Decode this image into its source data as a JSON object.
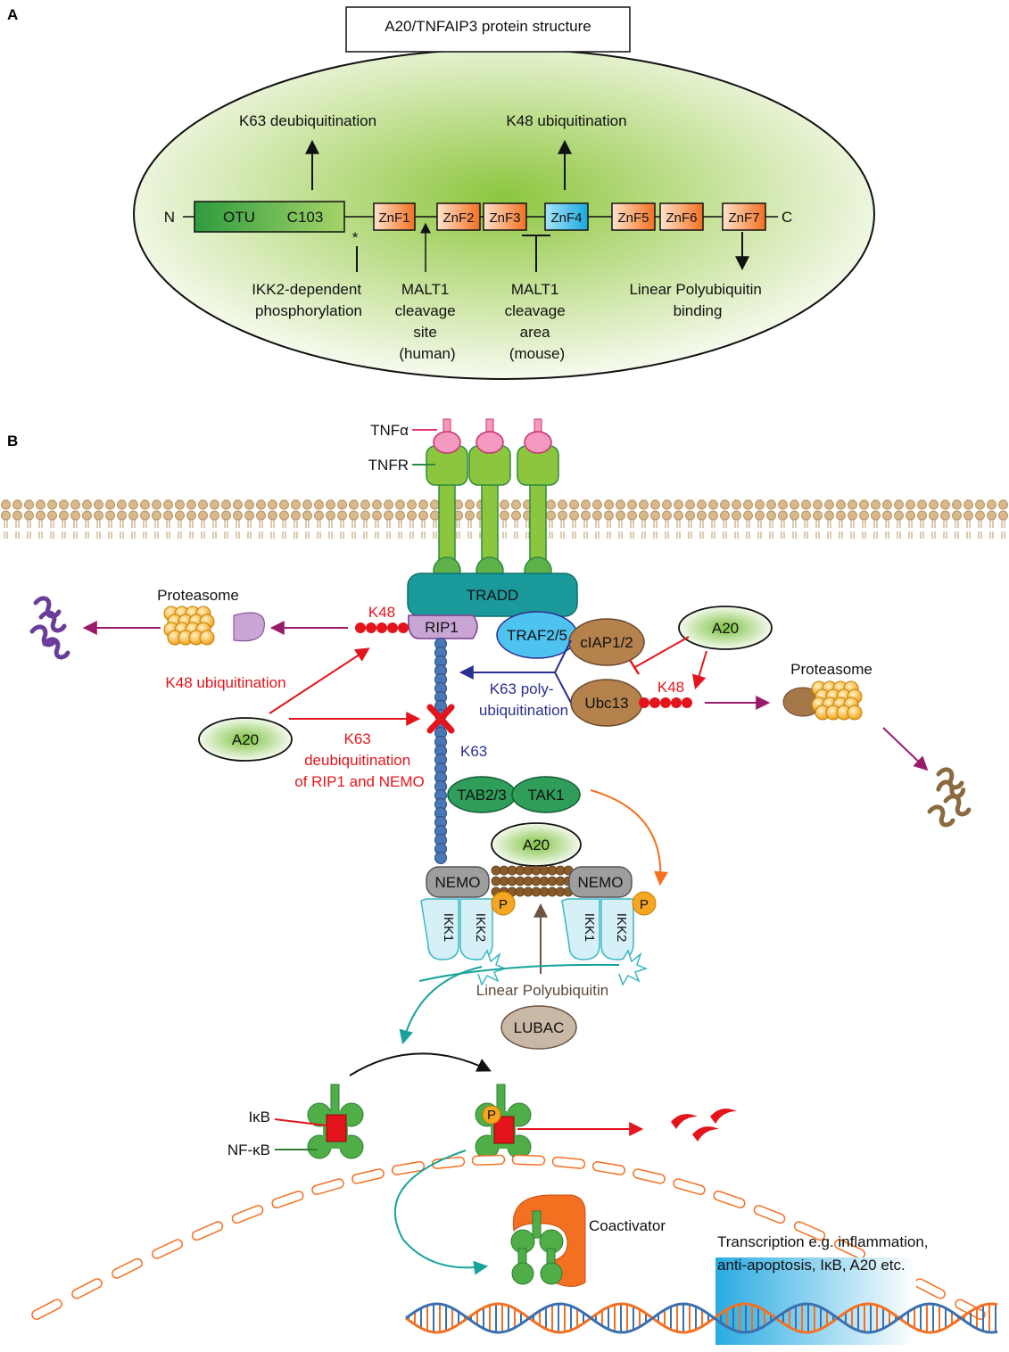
{
  "panelA": {
    "letter": "A",
    "title": "A20/TNFAIP3 protein structure",
    "n_term": "N",
    "c_term": "C",
    "domains": {
      "otu": "OTU",
      "c103": "C103",
      "znf1": "ZnF1",
      "znf2": "ZnF2",
      "znf3": "ZnF3",
      "znf4": "ZnF4",
      "znf5": "ZnF5",
      "znf6": "ZnF6",
      "znf7": "ZnF7"
    },
    "k63_deubiq": "K63 deubiquitination",
    "k48_ubiq": "K48 ubiquitination",
    "asterisk": "*",
    "ikk2": [
      "IKK2-dependent",
      "phosphorylation"
    ],
    "malt1_human": [
      "MALT1",
      "cleavage",
      "site",
      "(human)"
    ],
    "malt1_mouse": [
      "MALT1",
      "cleavage",
      "area",
      "(mouse)"
    ],
    "linear_binding": [
      "Linear Polyubiquitin",
      "binding"
    ]
  },
  "panelB": {
    "letter": "B",
    "tnfa": "TNFα",
    "tnfr": "TNFR",
    "tradd": "TRADD",
    "rip1": "RIP1",
    "traf": "TRAF2/5",
    "ciap": "cIAP1/2",
    "ubc13": "Ubc13",
    "a20": "A20",
    "proteasome": "Proteasome",
    "k48": "K48",
    "k63": "K63",
    "k48_ubiq": "K48 ubiquitination",
    "k63_poly": [
      "K63 poly-",
      "ubiquitination"
    ],
    "k63_deubiq": [
      "K63",
      "deubiquitination",
      "of RIP1 and NEMO"
    ],
    "tab": "TAB2/3",
    "tak1": "TAK1",
    "nemo": "NEMO",
    "ikk1": "IKK1",
    "ikk2": "IKK2",
    "p": "P",
    "linear_polyubiquitin": "Linear Polyubiquitin",
    "lubac": "LUBAC",
    "ikb": "IκB",
    "nfkb": "NF-κB",
    "coactivator": "Coactivator",
    "transcription": [
      "Transcription e.g. inflammation,",
      "anti-apoptosis, IκB, A20 etc."
    ]
  },
  "colors": {
    "green": "#3aa845",
    "orange": "#f37021",
    "cyan_znf4": "#1fb6e8",
    "teal_tradd": "#1a9a9a",
    "red": "#e3141b",
    "navy": "#2b2f8f",
    "brown": "#a5784a",
    "membrane": "#d8b98e"
  }
}
